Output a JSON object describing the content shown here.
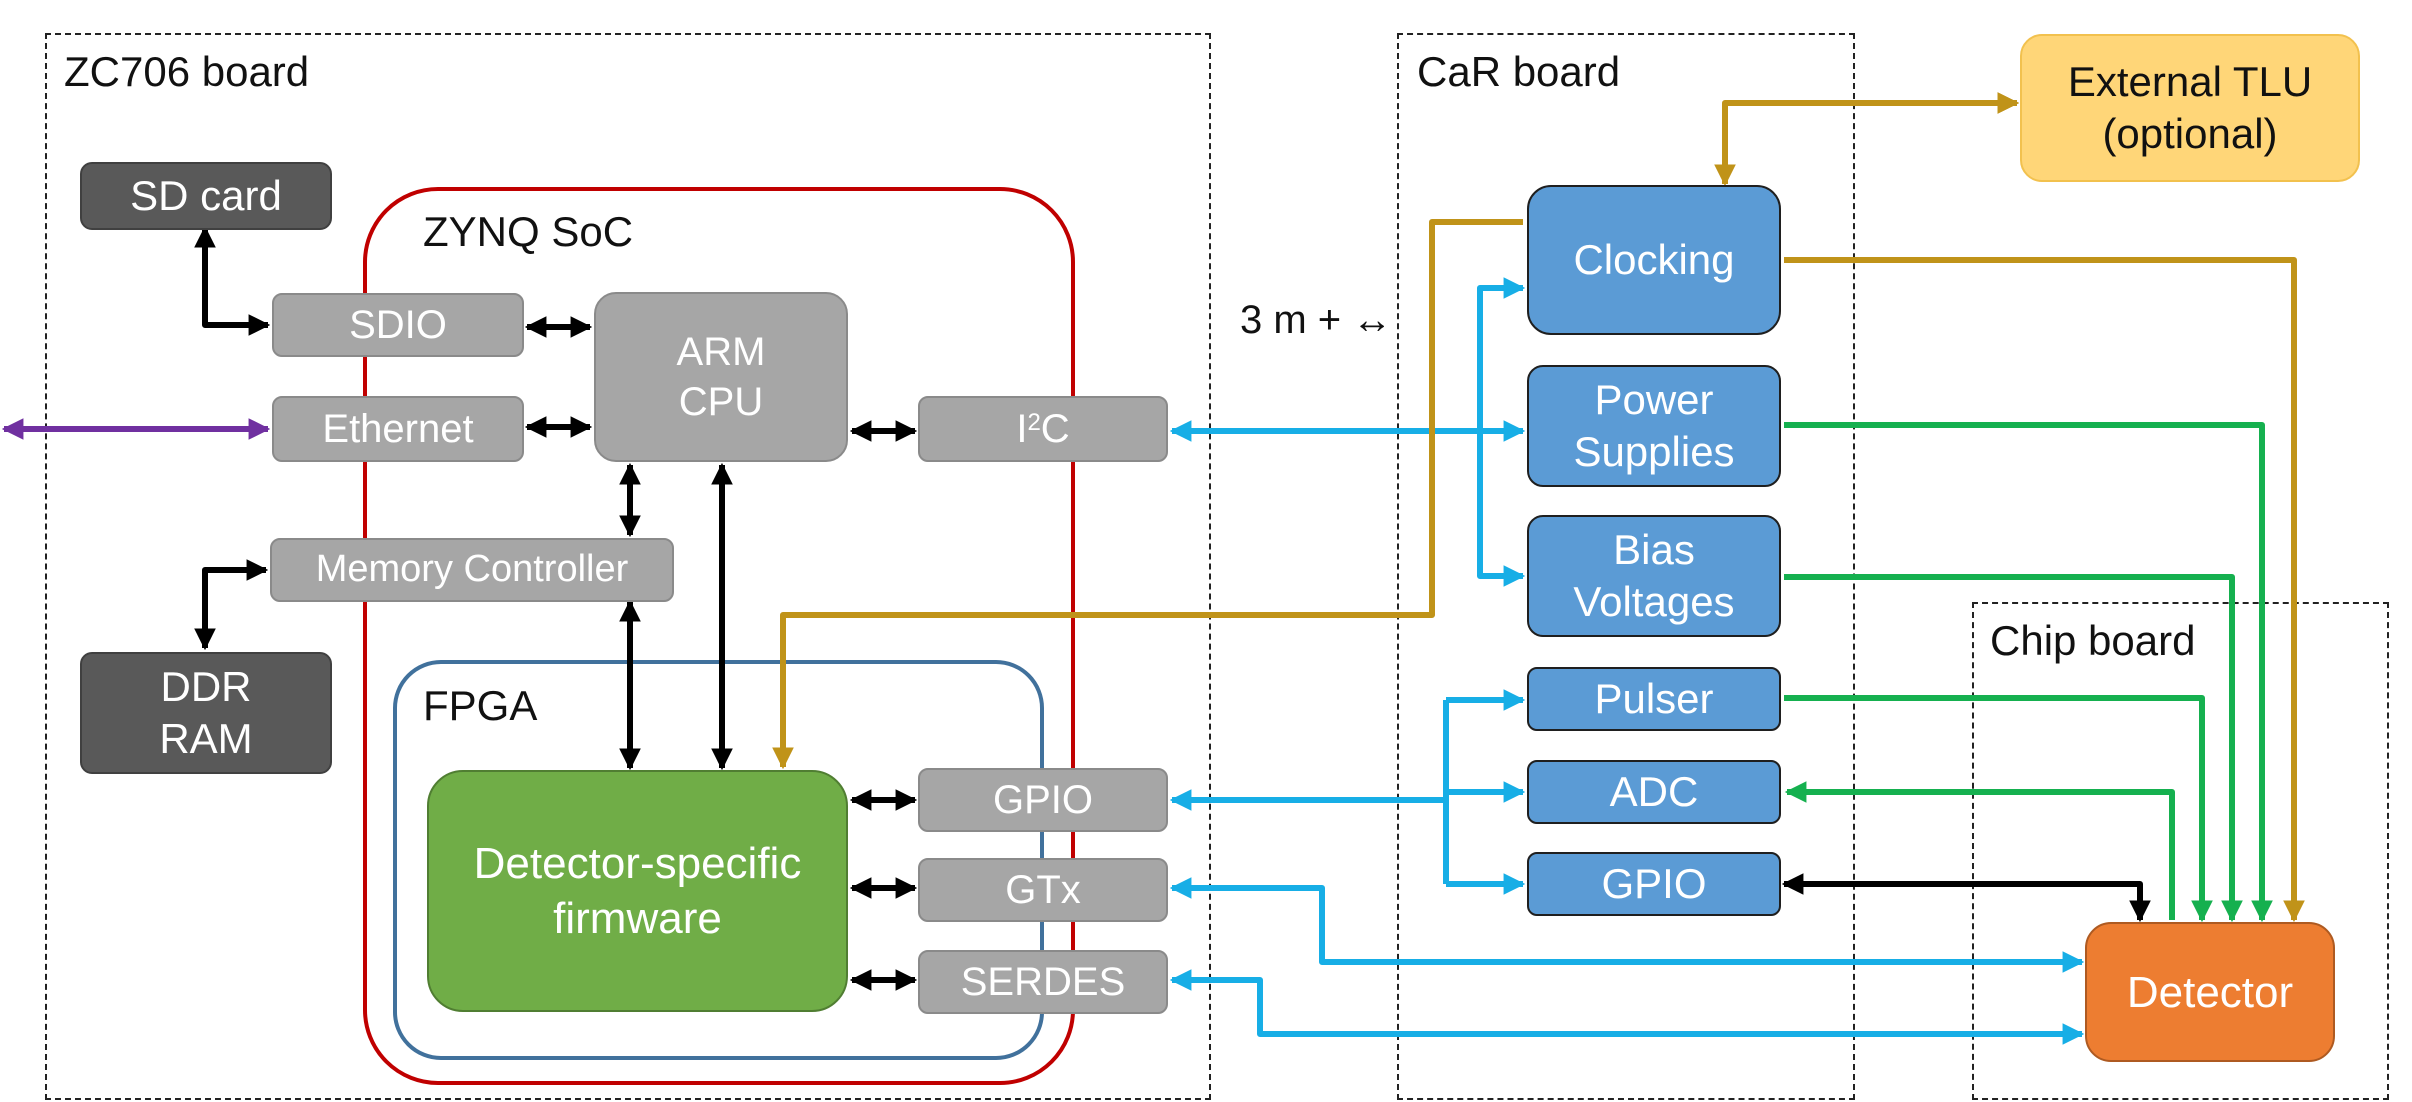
{
  "regions": {
    "zc706": "ZC706 board",
    "zynq": "ZYNQ SoC",
    "fpga": "FPGA",
    "car": "CaR board",
    "chip": "Chip board"
  },
  "blocks": {
    "sd_card": "SD card",
    "sdio": "SDIO",
    "ethernet": "Ethernet",
    "arm_cpu": "ARM\nCPU",
    "i2c": "I",
    "i2c_sup": "2",
    "i2c_tail": "C",
    "memory_controller": "Memory Controller",
    "ddr_ram": "DDR\nRAM",
    "firmware": "Detector-specific\nfirmware",
    "gpio_fpga": "GPIO",
    "gtx": "GTx",
    "serdes": "SERDES",
    "clocking": "Clocking",
    "power_supplies": "Power\nSupplies",
    "bias_voltages": "Bias\nVoltages",
    "pulser": "Pulser",
    "adc": "ADC",
    "gpio_car": "GPIO",
    "detector": "Detector",
    "external_tlu": "External TLU\n(optional)"
  },
  "cable_note": "3 m +\n↔",
  "colors": {
    "control_bus": "#000000",
    "i2c_signal": "#17aee6",
    "clock_signal": "#c09319",
    "power_signal": "#15b04f",
    "ethernet_link": "#7030a0",
    "soc_outline": "#c00000",
    "fpga_outline": "#41719c"
  }
}
